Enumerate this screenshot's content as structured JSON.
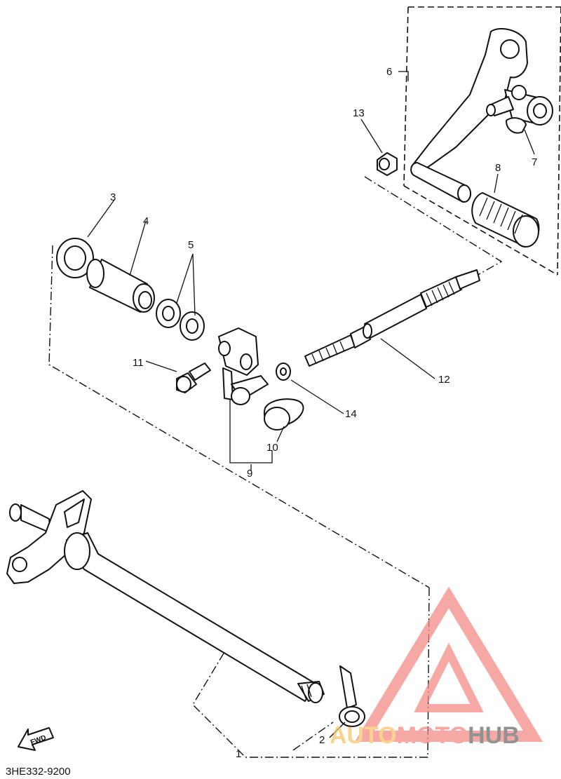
{
  "diagram_code": "3HE332-9200",
  "fwd_label": "FWD",
  "watermark": {
    "part1": "AUTO",
    "part2": "MOTO",
    "part3": "HUB",
    "color1": "#f7c66a",
    "color2": "#f28b86",
    "color3": "#6e6e6e",
    "logo_color": "#f28b86"
  },
  "callouts": [
    "1",
    "2",
    "3",
    "4",
    "5",
    "6",
    "7",
    "8",
    "9",
    "10",
    "11",
    "12",
    "13",
    "14"
  ]
}
